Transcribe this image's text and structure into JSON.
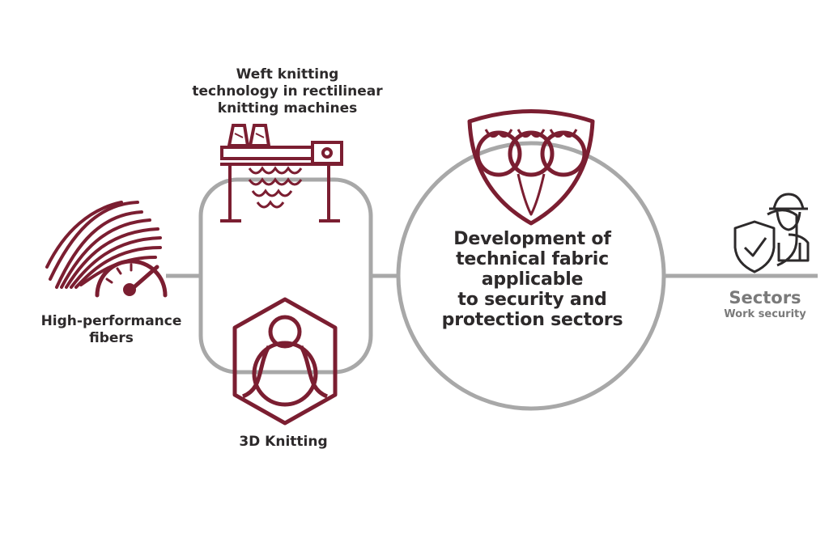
{
  "colors": {
    "accent": "#7b1e31",
    "connector": "#a8a8a8",
    "text": "#2d2a2b",
    "muted_text": "#7a7a7a"
  },
  "nodes": {
    "fibers": {
      "icon": "fiber-speedometer-icon",
      "lines": [
        "High-performance",
        "fibers"
      ]
    },
    "weft": {
      "icon": "knitting-machine-icon",
      "lines": [
        "Weft knitting",
        "technology in rectilinear",
        "knitting machines"
      ]
    },
    "knit3d": {
      "icon": "3d-knit-hexagon-icon",
      "lines": [
        "3D Knitting"
      ]
    },
    "center": {
      "icon": "knit-shield-icon",
      "lines": [
        "Development of",
        "technical fabric",
        "applicable",
        "to security and",
        "protection sectors"
      ]
    },
    "sectors": {
      "icon": "worker-shield-icon",
      "title": "Sectors",
      "subtitle": "Work security"
    }
  }
}
